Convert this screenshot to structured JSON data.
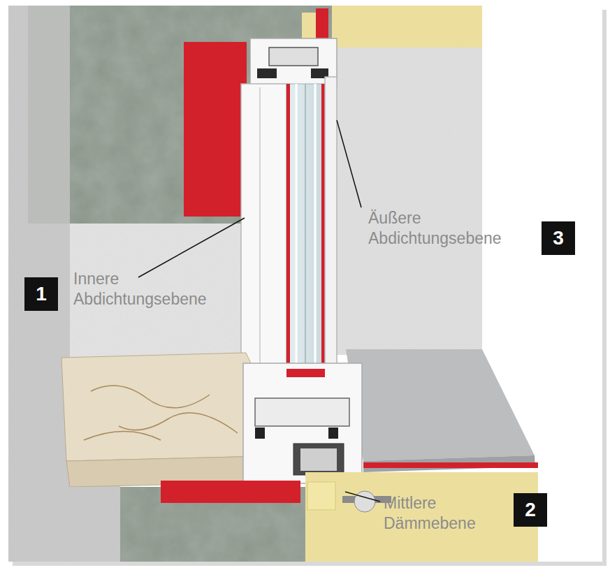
{
  "diagram": {
    "labels": [
      "1",
      "Innere Abdichtungsebene",
      "2",
      "Mittlere Dämmebene",
      "3",
      "Äußere Abdichtungsebene"
    ]
  }
}
